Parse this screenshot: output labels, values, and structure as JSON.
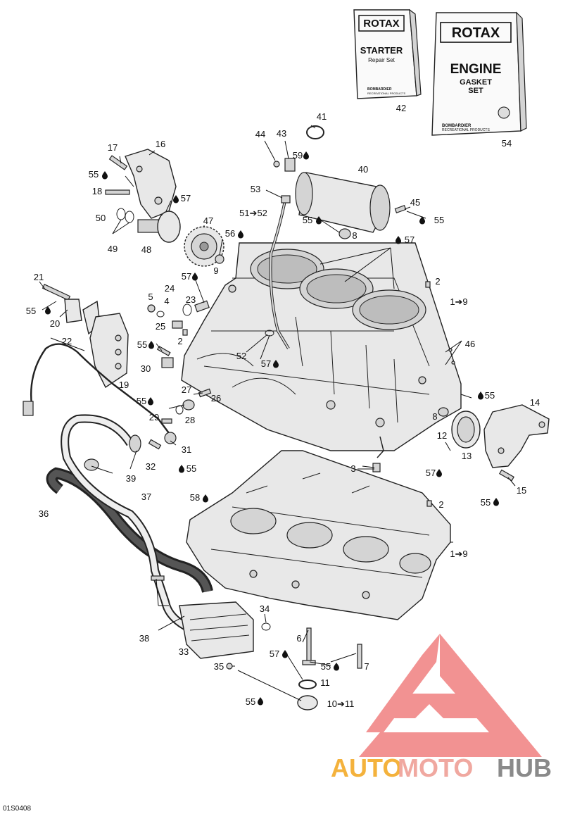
{
  "figure_code": "01S0408",
  "booklets": {
    "starter": {
      "brand": "ROTAX",
      "title": "STARTER",
      "subtitle": "Repair Set",
      "maker": "BOMBARDIER",
      "maker_sub": "RECREATIONAL PRODUCTS",
      "number": "42"
    },
    "engine": {
      "brand": "ROTAX",
      "title": "ENGINE",
      "subtitle1": "GASKET",
      "subtitle2": "SET",
      "maker": "BOMBARDIER",
      "maker_sub": "RECREATIONAL PRODUCTS",
      "number": "54"
    }
  },
  "callouts": [
    {
      "id": "c41",
      "text": "41"
    },
    {
      "id": "c44",
      "text": "44"
    },
    {
      "id": "c43",
      "text": "43"
    },
    {
      "id": "c59",
      "text": "59"
    },
    {
      "id": "c40",
      "text": "40"
    },
    {
      "id": "c53",
      "text": "53"
    },
    {
      "id": "c45",
      "text": "45"
    },
    {
      "id": "c55a",
      "text": "55"
    },
    {
      "id": "c5152",
      "text": "51➔52"
    },
    {
      "id": "c55b",
      "text": "55"
    },
    {
      "id": "c8a",
      "text": "8"
    },
    {
      "id": "c57a",
      "text": "57"
    },
    {
      "id": "c17",
      "text": "17"
    },
    {
      "id": "c16",
      "text": "16"
    },
    {
      "id": "c55c",
      "text": "55"
    },
    {
      "id": "c18",
      "text": "18"
    },
    {
      "id": "c57b",
      "text": "57"
    },
    {
      "id": "c50",
      "text": "50"
    },
    {
      "id": "c47",
      "text": "47"
    },
    {
      "id": "c56",
      "text": "56"
    },
    {
      "id": "c49",
      "text": "49"
    },
    {
      "id": "c48",
      "text": "48"
    },
    {
      "id": "c9",
      "text": "9"
    },
    {
      "id": "c21",
      "text": "21"
    },
    {
      "id": "c57c",
      "text": "57"
    },
    {
      "id": "c2a",
      "text": "2"
    },
    {
      "id": "c24",
      "text": "24"
    },
    {
      "id": "c5",
      "text": "5"
    },
    {
      "id": "c4",
      "text": "4"
    },
    {
      "id": "c23",
      "text": "23"
    },
    {
      "id": "c55d",
      "text": "55"
    },
    {
      "id": "c20",
      "text": "20"
    },
    {
      "id": "c19a",
      "text": "1➔9"
    },
    {
      "id": "c25",
      "text": "25"
    },
    {
      "id": "c2b",
      "text": "2"
    },
    {
      "id": "c22",
      "text": "22"
    },
    {
      "id": "c46",
      "text": "46"
    },
    {
      "id": "c55e",
      "text": "55"
    },
    {
      "id": "c52",
      "text": "52"
    },
    {
      "id": "c57d",
      "text": "57"
    },
    {
      "id": "c30",
      "text": "30"
    },
    {
      "id": "c19",
      "text": "19"
    },
    {
      "id": "c27",
      "text": "27"
    },
    {
      "id": "c55f",
      "text": "55"
    },
    {
      "id": "c14",
      "text": "14"
    },
    {
      "id": "c55g",
      "text": "55"
    },
    {
      "id": "c26",
      "text": "26"
    },
    {
      "id": "c29",
      "text": "29"
    },
    {
      "id": "c28",
      "text": "28"
    },
    {
      "id": "c8b",
      "text": "8"
    },
    {
      "id": "c12",
      "text": "12"
    },
    {
      "id": "c31",
      "text": "31"
    },
    {
      "id": "c13",
      "text": "13"
    },
    {
      "id": "c32",
      "text": "32"
    },
    {
      "id": "c55h",
      "text": "55"
    },
    {
      "id": "c39",
      "text": "39"
    },
    {
      "id": "c3",
      "text": "3"
    },
    {
      "id": "c57e",
      "text": "57"
    },
    {
      "id": "c15",
      "text": "15"
    },
    {
      "id": "c37",
      "text": "37"
    },
    {
      "id": "c55i",
      "text": "55"
    },
    {
      "id": "c58",
      "text": "58"
    },
    {
      "id": "c2c",
      "text": "2"
    },
    {
      "id": "c36",
      "text": "36"
    },
    {
      "id": "c19b",
      "text": "1➔9"
    },
    {
      "id": "c34",
      "text": "34"
    },
    {
      "id": "c38",
      "text": "38"
    },
    {
      "id": "c6",
      "text": "6"
    },
    {
      "id": "c33",
      "text": "33"
    },
    {
      "id": "c57f",
      "text": "57"
    },
    {
      "id": "c55j",
      "text": "55"
    },
    {
      "id": "c7",
      "text": "7"
    },
    {
      "id": "c35",
      "text": "35"
    },
    {
      "id": "c11",
      "text": "11"
    },
    {
      "id": "c55k",
      "text": "55"
    },
    {
      "id": "c1011",
      "text": "10➔11"
    }
  ],
  "watermark": {
    "part1": "AUTO",
    "part2": "MOTO",
    "part3": "HUB"
  },
  "colors": {
    "watermark_triangle": "#f08080",
    "watermark_auto": "#f4b23c",
    "watermark_moto": "#f0a8a0",
    "watermark_hub": "#8a8a8a"
  }
}
